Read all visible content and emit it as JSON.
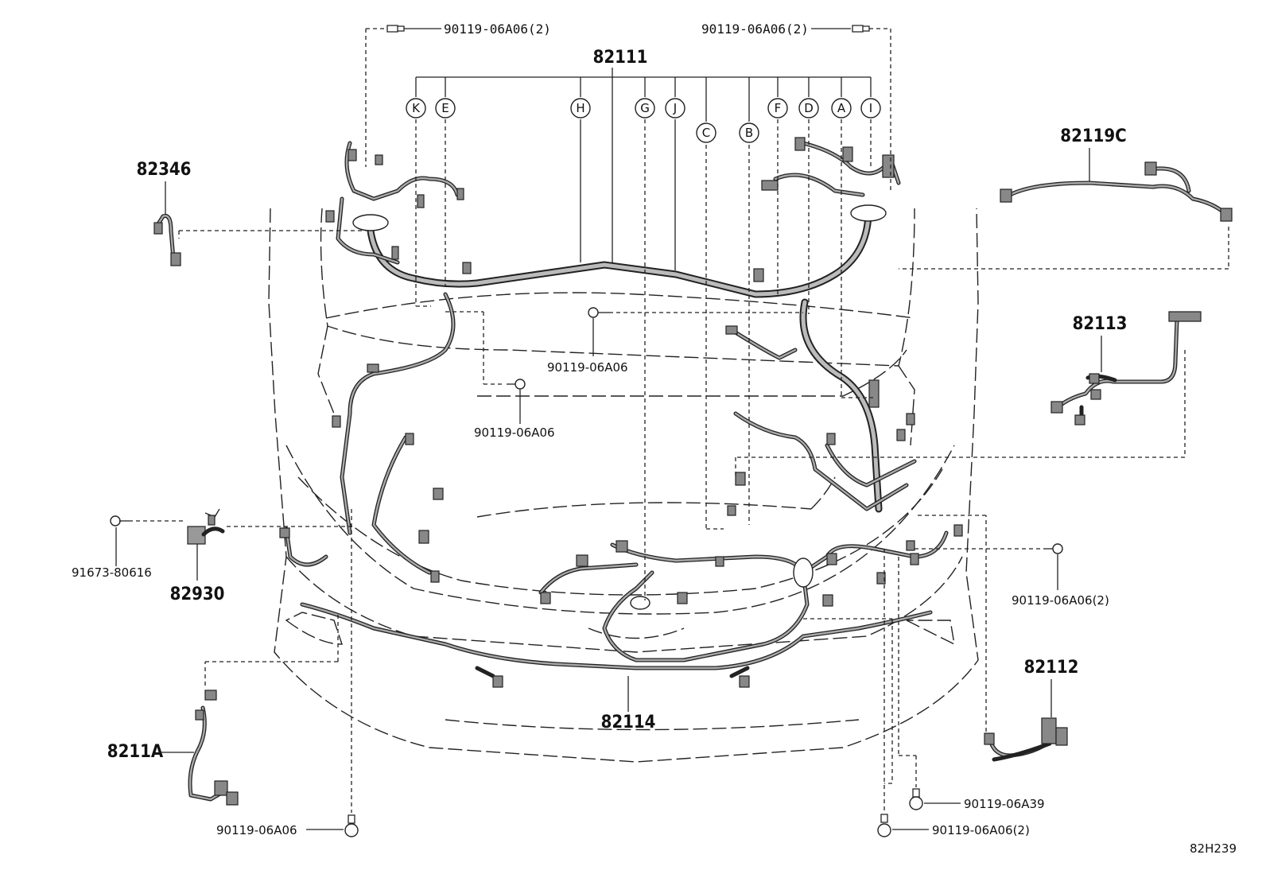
{
  "diagram_code": "82H239",
  "harness_main": "82111",
  "branch_letters": [
    "K",
    "E",
    "H",
    "G",
    "J",
    "C",
    "B",
    "F",
    "D",
    "A",
    "I"
  ],
  "parts": {
    "p82346": "82346",
    "p82119C": "82119C",
    "p82113": "82113",
    "p82112": "82112",
    "p82114": "82114",
    "p8211A": "8211A",
    "p82930": "82930"
  },
  "bolts": {
    "top_left": "90119-06A06(2)",
    "top_right": "90119-06A06(2)",
    "center_upper": "90119-06A06",
    "center_left": "90119-06A06",
    "left_clip": "91673-80616",
    "right_mid": "90119-06A06(2)",
    "bottom_left": "90119-06A06",
    "bottom_right_a39": "90119-06A39",
    "bottom_right": "90119-06A06(2)"
  },
  "colors": {
    "line": "#222222",
    "harness_fill": "#bbbbbb",
    "connector": "#888888"
  }
}
